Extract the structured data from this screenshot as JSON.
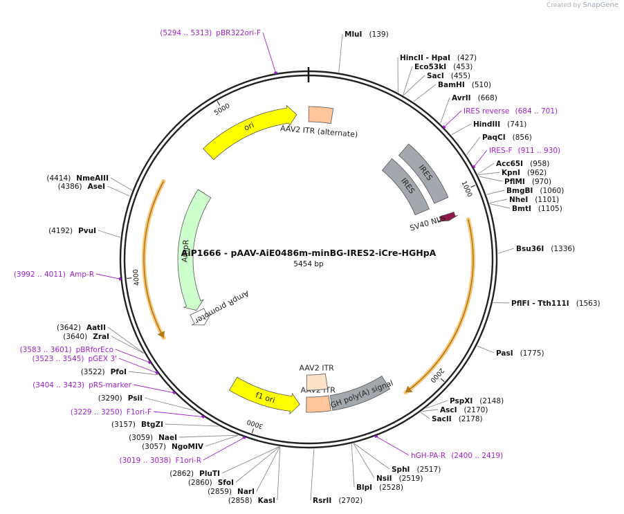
{
  "credit": {
    "prefix": "Created by",
    "brand": "SnapGene"
  },
  "plasmid": {
    "name": "AiP1666 - pAAV-AiE0486m-minBG-IRES2-iCre-HGHpA",
    "size_label": "5454 bp",
    "length": 5454
  },
  "ticks": [
    "1000",
    "2000",
    "3000",
    "4000",
    "5000"
  ],
  "features": [
    {
      "label": "ori",
      "start": 4794,
      "end": 5383,
      "dir": 1,
      "type": "arrow",
      "track": 1,
      "color": "#ffff00"
    },
    {
      "label": "AAV2 ITR (alternate)",
      "start": 1,
      "end": 141,
      "dir": 0,
      "type": "box",
      "track": 1,
      "color": "#ffc69b"
    },
    {
      "label": "IRES",
      "start": 620,
      "end": 1000,
      "dir": 0,
      "type": "box",
      "track": 1,
      "color": "#a2a8ad"
    },
    {
      "label": "IRES",
      "start": 600,
      "end": 1020,
      "dir": 0,
      "type": "box",
      "track": 2,
      "color": "#a2a8ad"
    },
    {
      "label": "SV40 NLS",
      "start": 1090,
      "end": 1130,
      "dir": 1,
      "type": "arrow",
      "track": 1,
      "color": "#8b1a4a"
    },
    {
      "label": "AmpR",
      "start": 3720,
      "end": 4580,
      "dir": -1,
      "type": "arrow",
      "track": 2,
      "color": "#ccffcc"
    },
    {
      "label": "AmpR promoter",
      "start": 3603,
      "end": 3710,
      "dir": -1,
      "type": "arrow",
      "track": 2,
      "color": "#ffffff"
    },
    {
      "label": "hGH poly(A) signal",
      "start": 2240,
      "end": 2590,
      "dir": 0,
      "type": "box",
      "track": 1,
      "color": "#a2a8ad"
    },
    {
      "label": "AAV2 ITR",
      "start": 2600,
      "end": 2740,
      "dir": 0,
      "type": "box",
      "track": 1,
      "color": "#ffc69b"
    },
    {
      "label": "AAV2 ITR",
      "start": 2600,
      "end": 2740,
      "dir": 0,
      "type": "box",
      "track": 2,
      "color": "#fde2c8"
    },
    {
      "label": "f1 ori",
      "start": 2780,
      "end": 3200,
      "dir": -1,
      "type": "arrow",
      "track": 1,
      "color": "#ffff00"
    }
  ],
  "orfs": [
    {
      "start": 1150,
      "end": 2180,
      "dir": 1
    },
    {
      "start": 3660,
      "end": 4520,
      "dir": -1
    }
  ],
  "sites": [
    {
      "name": "MluI",
      "pos": "(139)",
      "at": 139,
      "kind": "enzyme"
    },
    {
      "name": "HincII - HpaI",
      "pos": "(427)",
      "at": 427,
      "kind": "enzyme"
    },
    {
      "name": "Eco53kI",
      "pos": "(453)",
      "at": 453,
      "kind": "enzyme"
    },
    {
      "name": "SacI",
      "pos": "(455)",
      "at": 455,
      "kind": "enzyme"
    },
    {
      "name": "BamHI",
      "pos": "(510)",
      "at": 510,
      "kind": "enzyme"
    },
    {
      "name": "AvrII",
      "pos": "(668)",
      "at": 668,
      "kind": "enzyme"
    },
    {
      "name": "IRES reverse",
      "pos": "(684 .. 701)",
      "at": 692,
      "kind": "primer"
    },
    {
      "name": "HindIII",
      "pos": "(741)",
      "at": 741,
      "kind": "enzyme"
    },
    {
      "name": "PaqCI",
      "pos": "(856)",
      "at": 856,
      "kind": "enzyme"
    },
    {
      "name": "IRES-F",
      "pos": "(911 .. 930)",
      "at": 920,
      "kind": "primer"
    },
    {
      "name": "Acc65I",
      "pos": "(958)",
      "at": 958,
      "kind": "enzyme"
    },
    {
      "name": "KpnI",
      "pos": "(962)",
      "at": 962,
      "kind": "enzyme"
    },
    {
      "name": "PflMI",
      "pos": "(970)",
      "at": 970,
      "kind": "enzyme"
    },
    {
      "name": "BmgBI",
      "pos": "(1060)",
      "at": 1060,
      "kind": "enzyme"
    },
    {
      "name": "NheI",
      "pos": "(1101)",
      "at": 1101,
      "kind": "enzyme"
    },
    {
      "name": "BmtI",
      "pos": "(1105)",
      "at": 1105,
      "kind": "enzyme"
    },
    {
      "name": "Bsu36I",
      "pos": "(1336)",
      "at": 1336,
      "kind": "enzyme"
    },
    {
      "name": "PflFI - Tth111I",
      "pos": "(1563)",
      "at": 1563,
      "kind": "enzyme"
    },
    {
      "name": "PasI",
      "pos": "(1775)",
      "at": 1775,
      "kind": "enzyme"
    },
    {
      "name": "PspXI",
      "pos": "(2148)",
      "at": 2148,
      "kind": "enzyme"
    },
    {
      "name": "AscI",
      "pos": "(2170)",
      "at": 2170,
      "kind": "enzyme"
    },
    {
      "name": "SacII",
      "pos": "(2178)",
      "at": 2178,
      "kind": "enzyme"
    },
    {
      "name": "hGH-PA-R",
      "pos": "(2400 .. 2419)",
      "at": 2410,
      "kind": "primer"
    },
    {
      "name": "SphI",
      "pos": "(2517)",
      "at": 2517,
      "kind": "enzyme"
    },
    {
      "name": "NsiI",
      "pos": "(2519)",
      "at": 2519,
      "kind": "enzyme"
    },
    {
      "name": "BlpI",
      "pos": "(2528)",
      "at": 2528,
      "kind": "enzyme"
    },
    {
      "name": "RsrII",
      "pos": "(2702)",
      "at": 2702,
      "kind": "enzyme"
    },
    {
      "name": "KasI",
      "pos": "(2858)",
      "at": 2858,
      "kind": "enzyme"
    },
    {
      "name": "NarI",
      "pos": "(2859)",
      "at": 2859,
      "kind": "enzyme"
    },
    {
      "name": "SfoI",
      "pos": "(2860)",
      "at": 2860,
      "kind": "enzyme"
    },
    {
      "name": "PluTI",
      "pos": "(2862)",
      "at": 2862,
      "kind": "enzyme"
    },
    {
      "name": "F1ori-R",
      "pos": "(3019 .. 3038)",
      "at": 3028,
      "kind": "primer"
    },
    {
      "name": "NgoMIV",
      "pos": "(3057)",
      "at": 3057,
      "kind": "enzyme"
    },
    {
      "name": "NaeI",
      "pos": "(3059)",
      "at": 3059,
      "kind": "enzyme"
    },
    {
      "name": "BtgZI",
      "pos": "(3157)",
      "at": 3157,
      "kind": "enzyme"
    },
    {
      "name": "F1ori-F",
      "pos": "(3229 .. 3250)",
      "at": 3240,
      "kind": "primer"
    },
    {
      "name": "PsiI",
      "pos": "(3290)",
      "at": 3290,
      "kind": "enzyme"
    },
    {
      "name": "pRS-marker",
      "pos": "(3404 .. 3423)",
      "at": 3413,
      "kind": "primer"
    },
    {
      "name": "PfoI",
      "pos": "(3522)",
      "at": 3522,
      "kind": "enzyme"
    },
    {
      "name": "pGEX 3'",
      "pos": "(3523 .. 3545)",
      "at": 3534,
      "kind": "primer"
    },
    {
      "name": "pBRforEco",
      "pos": "(3583 .. 3601)",
      "at": 3592,
      "kind": "primer"
    },
    {
      "name": "ZraI",
      "pos": "(3640)",
      "at": 3640,
      "kind": "enzyme"
    },
    {
      "name": "AatII",
      "pos": "(3642)",
      "at": 3642,
      "kind": "enzyme"
    },
    {
      "name": "Amp-R",
      "pos": "(3992 .. 4011)",
      "at": 4001,
      "kind": "primer"
    },
    {
      "name": "PvuI",
      "pos": "(4192)",
      "at": 4192,
      "kind": "enzyme"
    },
    {
      "name": "AseI",
      "pos": "(4386)",
      "at": 4386,
      "kind": "enzyme"
    },
    {
      "name": "NmeAIII",
      "pos": "(4414)",
      "at": 4414,
      "kind": "enzyme"
    },
    {
      "name": "pBR322ori-F",
      "pos": "(5294 .. 5313)",
      "at": 5303,
      "kind": "primer"
    }
  ]
}
